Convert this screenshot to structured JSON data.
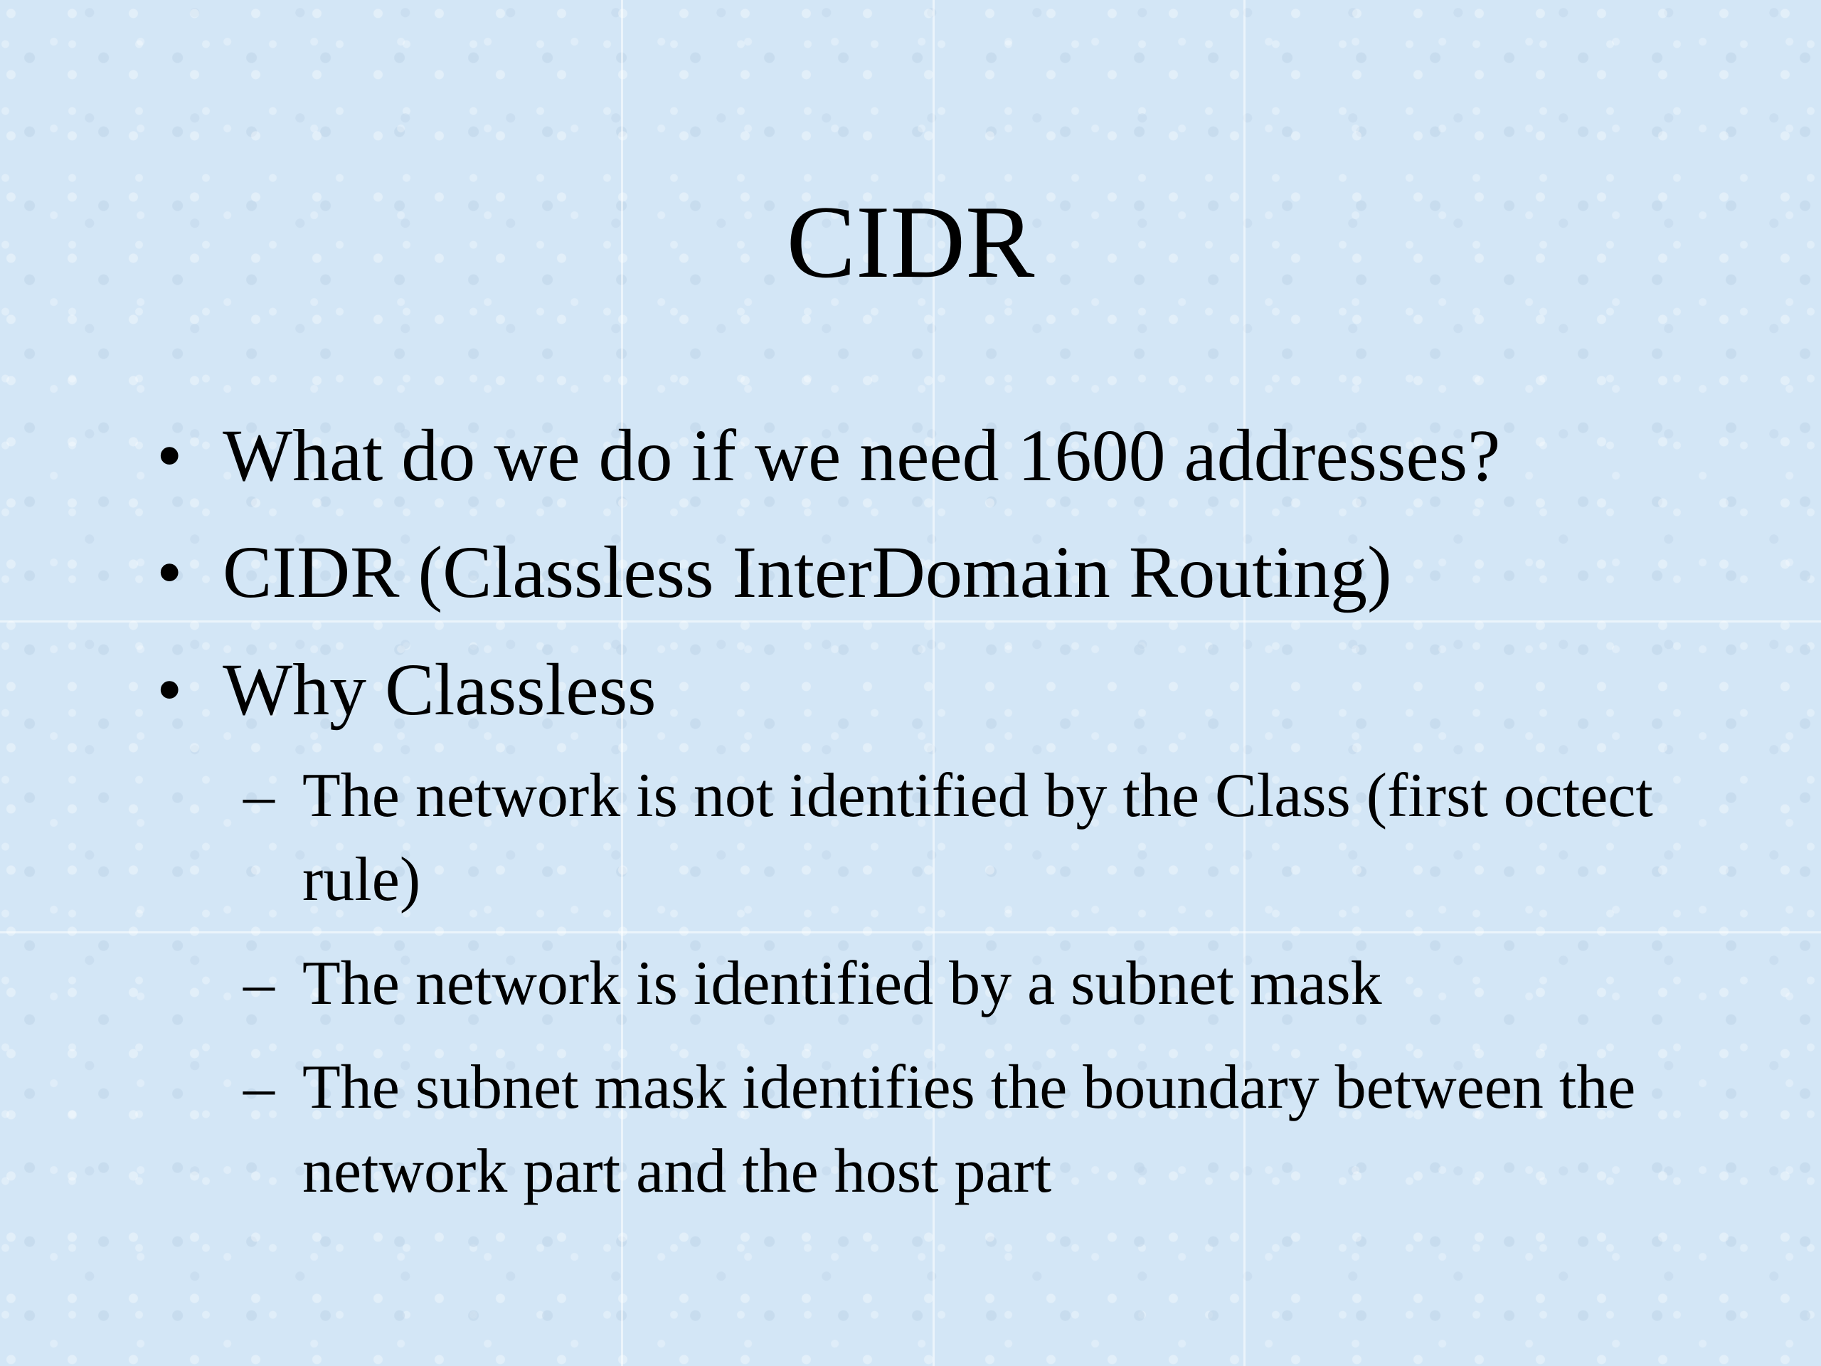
{
  "slide": {
    "title": "CIDR",
    "bullets": [
      {
        "marker": "•",
        "text": "What do we do if we need 1600 addresses?"
      },
      {
        "marker": "•",
        "text": "CIDR (Classless InterDomain Routing)"
      },
      {
        "marker": "•",
        "text": "Why Classless"
      }
    ],
    "sub_bullets": [
      {
        "marker": "–",
        "text": "The network is not identified by the Class (first octect rule)"
      },
      {
        "marker": "–",
        "text": "The network is identified by a subnet mask"
      },
      {
        "marker": "–",
        "text": "The subnet mask identifies the boundary between the network part and the host part"
      }
    ]
  }
}
